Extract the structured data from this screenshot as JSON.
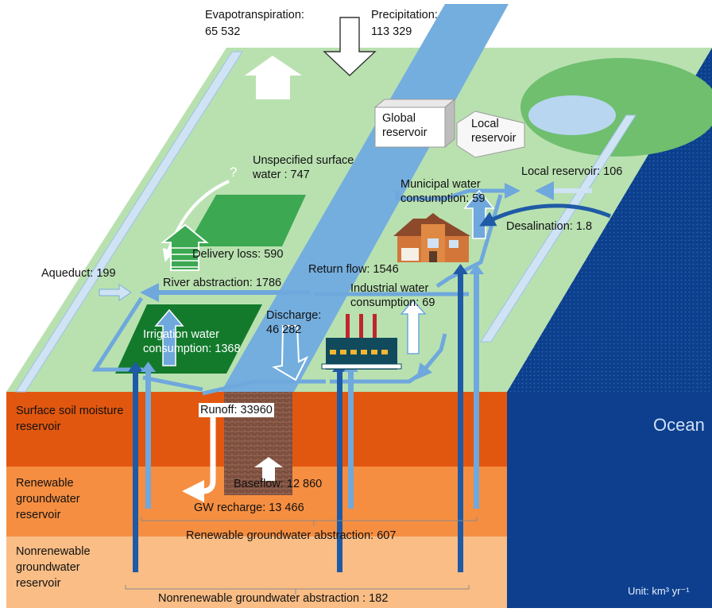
{
  "labels": {
    "evapotranspiration": "Evapotranspiration:",
    "evapotranspiration_value": "65 532",
    "precipitation": "Precipitation:",
    "precipitation_value": "113 329",
    "global_reservoir": "Global reservoir",
    "local_reservoir_box": "Local reservoir",
    "unspecified_surface_water": "Unspecified surface water : 747",
    "local_reservoir_flow": "Local reservoir: 106",
    "municipal_water": "Municipal water consumption: 59",
    "desalination": "Desalination: 1.8",
    "question_mark": "?",
    "delivery_loss": "Delivery loss: 590",
    "aqueduct": "Aqueduct: 199",
    "return_flow": "Return flow: 1546",
    "river_abstraction": "River abstraction: 1786",
    "industrial_water": "Industrial water consumption: 69",
    "discharge": "Discharge: 46 282",
    "irrigation_water": "Irrigation water consumption: 1368",
    "runoff": "Runoff: 33960",
    "baseflow": "Baseflow: 12 860",
    "gw_recharge": "GW recharge: 13 466",
    "renewable_gw_abstraction": "Renewable groundwater abstraction: 607",
    "nonrenewable_gw_abstraction": "Nonrenewable groundwater abstraction : 182"
  },
  "layers": {
    "surface_soil": "Surface soil moisture reservoir",
    "renewable_gw": "Renewable groundwater reservoir",
    "nonrenewable_gw": "Nonrenewable groundwater reservoir"
  },
  "ocean": "Ocean",
  "unit": "Unit: km³ yr⁻¹",
  "colors": {
    "land": "#b9e1b0",
    "river": "#74aede",
    "ocean": "#0c3f8c",
    "surface_soil": "#e2570f",
    "renewable_gw": "#f58e41",
    "nonrenewable_gw": "#f9bd85",
    "flow_light": "#6fa8dc",
    "flow_dark": "#1f5aa6",
    "field_dark": "#137a2c",
    "field_light": "#3ca851"
  },
  "icons": {
    "house": "house-icon",
    "factory": "factory-icon",
    "global_reservoir": "global-reservoir-box",
    "local_reservoir": "local-reservoir-box"
  }
}
